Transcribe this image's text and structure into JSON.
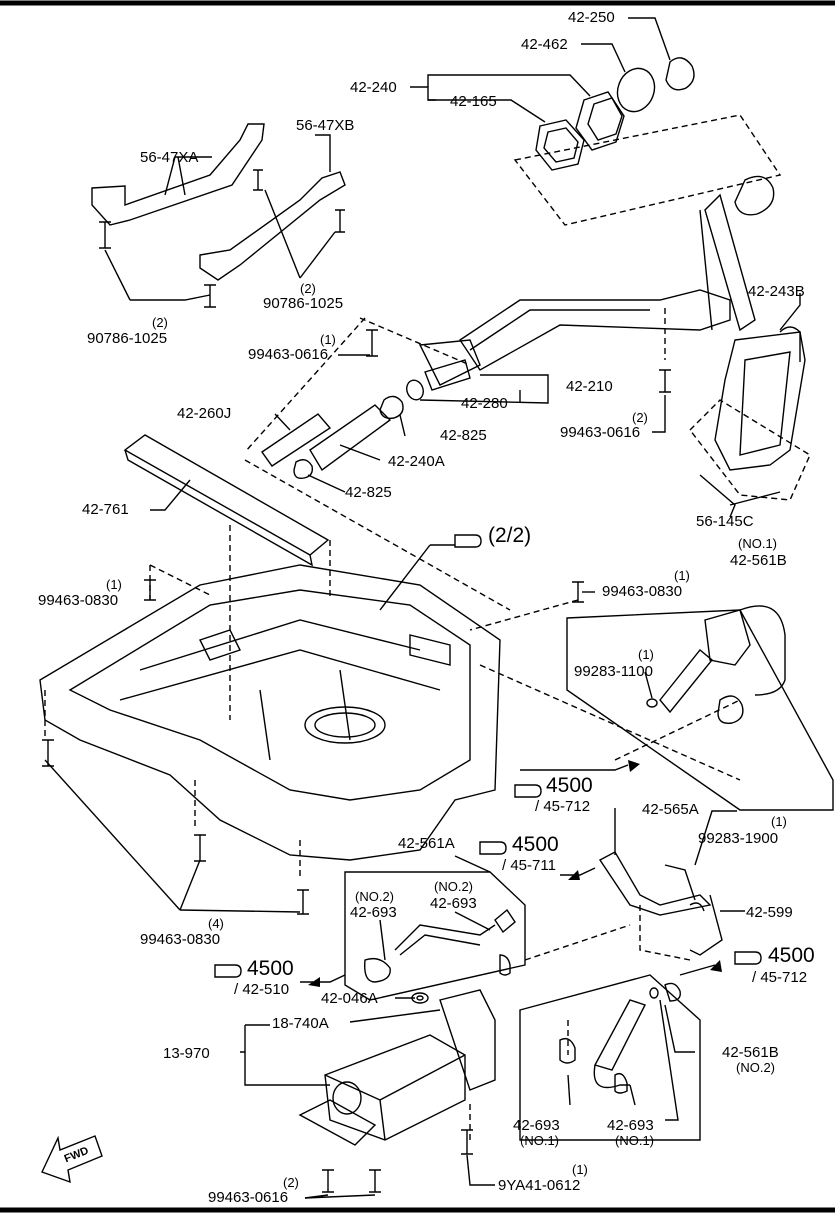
{
  "parts": {
    "p42_250": "42-250",
    "p42_462": "42-462",
    "p42_240": "42-240",
    "p42_165": "42-165",
    "p56_47xa": "56-47XA",
    "p56_47xb": "56-47XB",
    "p90786_1025_a": "90786-1025",
    "p90786_1025_a_qty": "(2)",
    "p90786_1025_b": "90786-1025",
    "p90786_1025_b_qty": "(2)",
    "p99463_0616_a": "99463-0616",
    "p99463_0616_a_qty": "(1)",
    "p42_243b": "42-243B",
    "p42_210": "42-210",
    "p42_280": "42-280",
    "p42_260j": "42-260J",
    "p42_825_a": "42-825",
    "p42_825_b": "42-825",
    "p42_240a": "42-240A",
    "p99463_0616_b": "99463-0616",
    "p99463_0616_b_qty": "(2)",
    "p56_145c": "56-145C",
    "p42_761": "42-761",
    "p42_561b_top_no": "(NO.1)",
    "p42_561b_top": "42-561B",
    "p99463_0830_a": "99463-0830",
    "p99463_0830_a_qty": "(1)",
    "p99463_0830_b": "99463-0830",
    "p99463_0830_b_qty": "(1)",
    "p99283_1100": "99283-1100",
    "p99283_1100_qty": "(1)",
    "p42_565a": "42-565A",
    "p99283_1900": "99283-1900",
    "p99283_1900_qty": "(1)",
    "p42_561a": "42-561A",
    "p42_693_a_no": "(NO.2)",
    "p42_693_a": "42-693",
    "p42_693_b_no": "(NO.2)",
    "p42_693_b": "42-693",
    "p42_599": "42-599",
    "p99463_0830_c": "99463-0830",
    "p99463_0830_c_qty": "(4)",
    "p42_046a": "42-046A",
    "p18_740a": "18-740A",
    "p13_970": "13-970",
    "p42_561b_bot": "42-561B",
    "p42_561b_bot_no": "(NO.2)",
    "p42_693_c": "42-693",
    "p42_693_c_no": "(NO.1)",
    "p42_693_d": "42-693",
    "p42_693_d_no": "(NO.1)",
    "p99463_0616_c": "99463-0616",
    "p99463_0616_c_qty": "(2)",
    "p9ya41_0612": "9YA41-0612",
    "p9ya41_0612_qty": "(1)"
  },
  "refs": {
    "ref_22": "(2/2)",
    "r1_num": "4500",
    "r1_sub": "/ 45-712",
    "r2_num": "4500",
    "r2_sub": "/ 45-711",
    "r3_num": "4500",
    "r3_sub": "/ 42-510",
    "r4_num": "4500",
    "r4_sub": "/ 45-712"
  },
  "fwd_label": "FWD"
}
